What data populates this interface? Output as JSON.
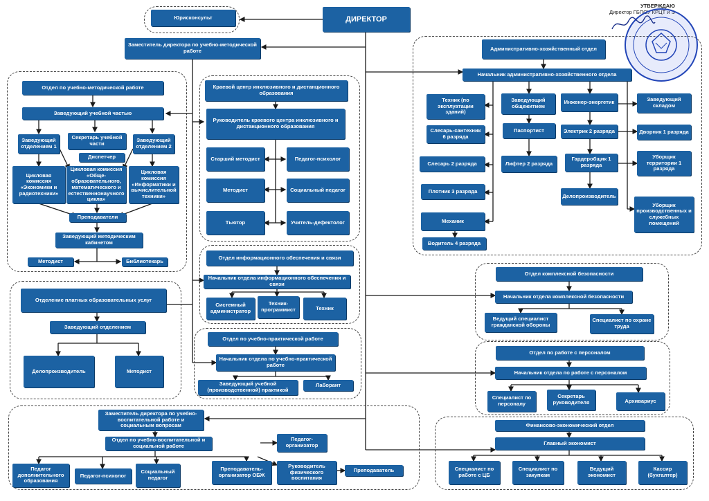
{
  "approval": {
    "line1": "УТВЕРЖДАЮ",
    "line2": "Директор ГБПОУ КРЦТ и Э"
  },
  "org": {
    "director": "ДИРЕКТОР",
    "legal": "Юрисконсульт",
    "deputy_method": "Заместитель директора по учебно-методической работе",
    "uch_method_dept": "Отдел по учебно-методической работе",
    "head_study": "Заведующий учебной частью",
    "head_dept1": "Заведующий отделением 1",
    "secretary_study": "Секретарь учебной части",
    "head_dept2": "Заведующий отделением 2",
    "dispatcher": "Диспетчер",
    "comm_econ": "Цикловая комиссия «Экономики и радиотехники»",
    "comm_general": "Цикловая комиссия «Обще-образовательного, математического и естественнонаучного цикла»",
    "comm_it": "Цикловая комиссия «Информатики и вычислительной техники»",
    "teachers": "Преподаватели",
    "head_method_cab": "Заведующий методическим кабинетом",
    "methodist": "Методист",
    "librarian": "Библиотекарь",
    "paid_dept": "Отделение платных образовательных услуг",
    "paid_head": "Заведующий отделением",
    "paid_clerk": "Делопроизводитель",
    "paid_methodist": "Методист",
    "incl_center": "Краевой центр инклюзивного и дистанционного образования",
    "incl_head": "Руководитель краевого центра инклюзивного и дистанционного образования",
    "incl_senior_meth": "Старший методист",
    "incl_psych": "Педагог-психолог",
    "incl_meth": "Методист",
    "incl_social": "Социальный педагог",
    "incl_tutor": "Тьютор",
    "incl_defect": "Учитель-дефектолог",
    "it_dept": "Отдел информационного обеспечения и связи",
    "it_head": "Начальник отдела информационного обеспечения и связи",
    "it_sysadmin": "Системный администратор",
    "it_progr": "Техник-программист",
    "it_tech": "Техник",
    "prac_dept": "Отдел по учебно-практической работе",
    "prac_head": "Начальник отдела по учебно-практической работе",
    "prac_manager": "Заведующий учебной (производственной) практикой",
    "prac_lab": "Лаборант",
    "deputy_edu": "Заместитель директора по учебно-воспитательной работе и социальным вопросам",
    "edu_dept": "Отдел по учебно-воспитательной и социальной работе",
    "edu_organizer": "Педагог-организатор",
    "edu_addit": "Педагог дополнительного образования",
    "edu_psych": "Педагог-психолог",
    "edu_social": "Социальный педагог",
    "edu_obzh": "Преподаватель-организатор ОБЖ",
    "edu_phys": "Руководитель физического воспитания",
    "edu_teacher": "Преподаватель",
    "adm_dept": "Административно-хозяйственный отдел",
    "adm_head": "Начальник административно-хозяйственного отдела",
    "adm_tech": "Техник (по эксплуатации зданий)",
    "adm_plumber": "Слесарь-сантехник 6 разряда",
    "adm_locksmith": "Слесарь 2 разряда",
    "adm_carpenter": "Плотник 3 разряда",
    "adm_mechanic": "Механик",
    "adm_driver": "Водитель 4 разряда",
    "adm_dorm": "Заведующий общежитием",
    "adm_passport": "Паспортист",
    "adm_lift": "Лифтер 2 разряда",
    "adm_energy": "Инженер-энергетик",
    "adm_electric": "Электрик 2 разряда",
    "adm_wardrobe": "Гардеробщик 1 разряда",
    "adm_clerk": "Делопроизводитель",
    "adm_store": "Заведующий складом",
    "adm_janitor": "Дворник 1 разряда",
    "adm_territory": "Уборщик территории 1 разряда",
    "adm_cleaner": "Уборщик производственных и служебных помещений",
    "sec_dept": "Отдел комплексной безопасности",
    "sec_head": "Начальник отдела комплексной безопасности",
    "sec_civil": "Ведущий специалист гражданской обороны",
    "sec_labor": "Специалист по охране труда",
    "hr_dept": "Отдел по работе с персоналом",
    "hr_head": "Начальник отдела по работе с персоналом",
    "hr_spec": "Специалист по персоналу",
    "hr_secr": "Секретарь руководителя",
    "hr_arch": "Архивариус",
    "fin_dept": "Финансово-экономический отдел",
    "fin_chief": "Главный экономист",
    "fin_cb": "Специалист по работе с ЦБ",
    "fin_purch": "Специалист по закупкам",
    "fin_lead": "Ведущий экономист",
    "fin_cash": "Кассир (бухгалтер)"
  },
  "colors": {
    "box": "#1c62a3",
    "line": "#1a1a1a",
    "stamp": "#2346b8"
  },
  "icons": {
    "stamp": "seal-icon",
    "signature": "signature-icon"
  }
}
